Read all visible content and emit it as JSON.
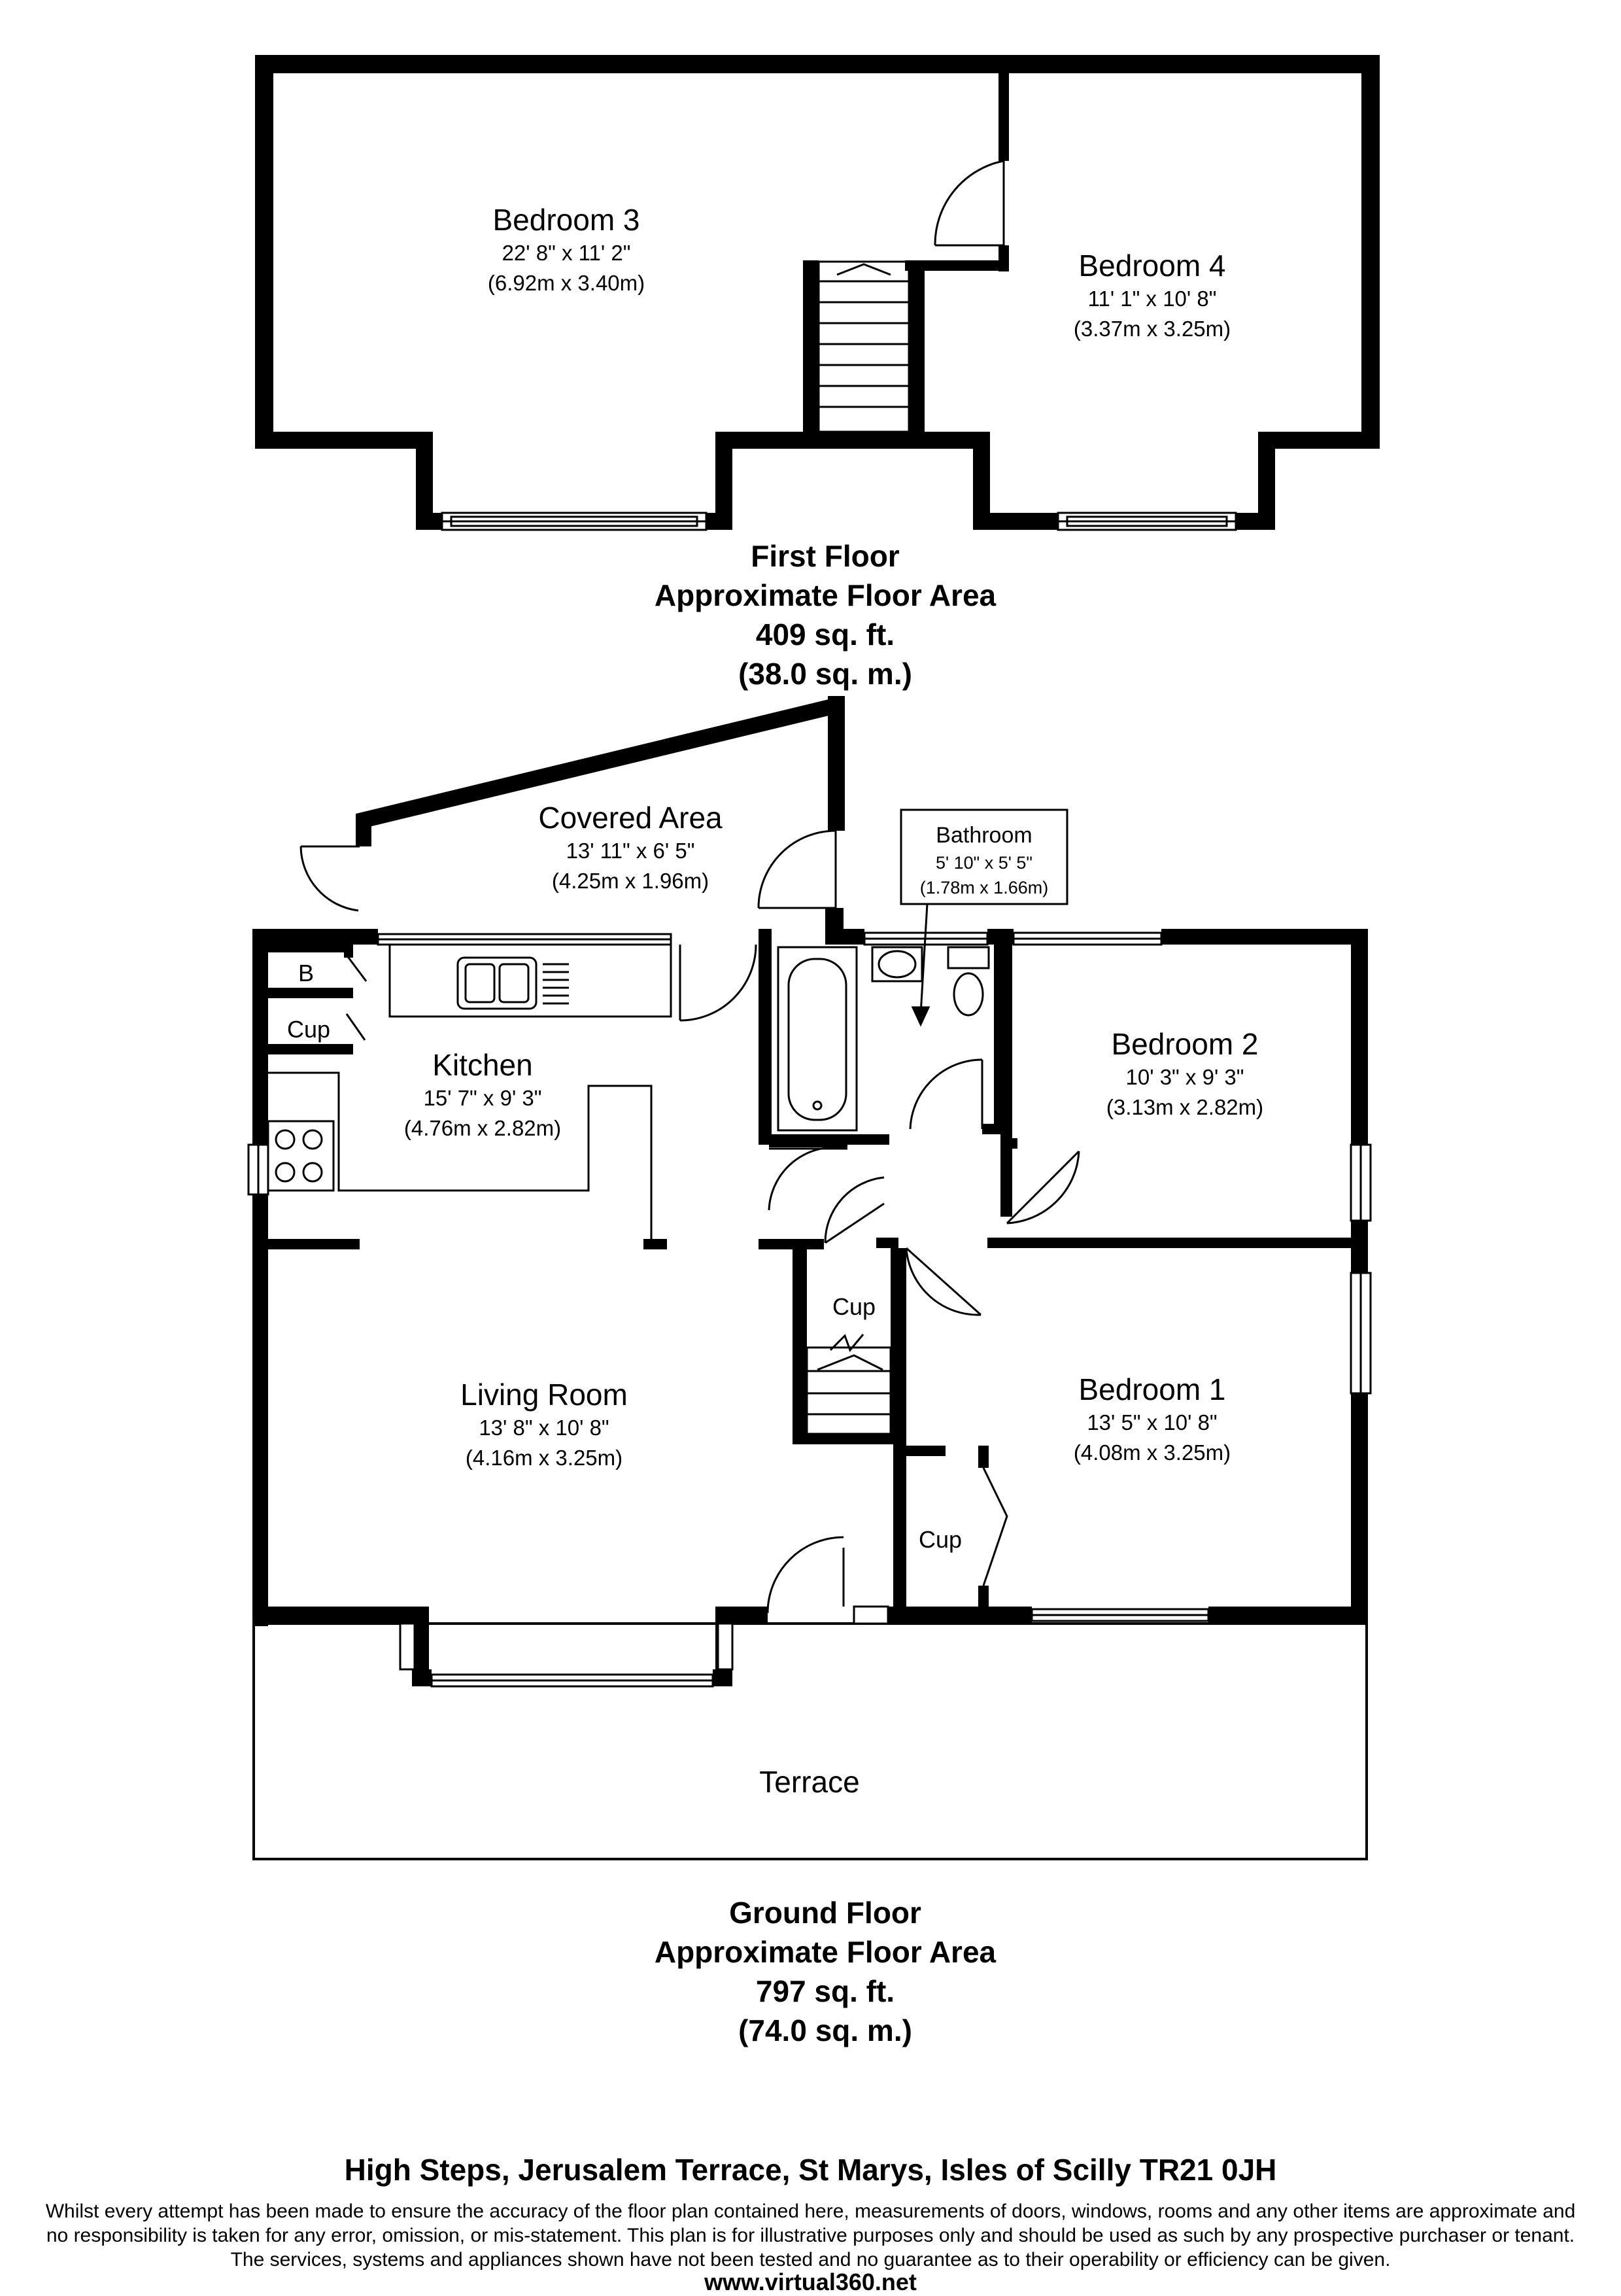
{
  "first_floor": {
    "rooms": [
      {
        "name": "Bedroom 3",
        "imperial": "22' 8\" x 11' 2\"",
        "metric": "(6.92m x 3.40m)"
      },
      {
        "name": "Bedroom 4",
        "imperial": "11' 1\" x 10' 8\"",
        "metric": "(3.37m x 3.25m)"
      }
    ],
    "title": "First Floor",
    "area_label": "Approximate Floor Area",
    "area_sqft": "409 sq. ft.",
    "area_sqm": "(38.0 sq. m.)"
  },
  "ground_floor": {
    "rooms": [
      {
        "name": "Covered Area",
        "imperial": "13' 11\" x 6' 5\"",
        "metric": "(4.25m x 1.96m)"
      },
      {
        "name": "Bathroom",
        "imperial": "5' 10\" x 5' 5\"",
        "metric": "(1.78m x 1.66m)"
      },
      {
        "name": "Kitchen",
        "imperial": "15' 7\" x 9' 3\"",
        "metric": "(4.76m x 2.82m)"
      },
      {
        "name": "Bedroom 2",
        "imperial": "10' 3\" x 9' 3\"",
        "metric": "(3.13m x 2.82m)"
      },
      {
        "name": "Living Room",
        "imperial": "13' 8\" x 10' 8\"",
        "metric": "(4.16m x 3.25m)"
      },
      {
        "name": "Bedroom 1",
        "imperial": "13' 5\" x 10' 8\"",
        "metric": "(4.08m x 3.25m)"
      },
      {
        "name": "Terrace"
      }
    ],
    "labels": {
      "boiler": "B",
      "cupboard": "Cup"
    },
    "title": "Ground Floor",
    "area_label": "Approximate Floor Area",
    "area_sqft": "797 sq. ft.",
    "area_sqm": "(74.0 sq. m.)"
  },
  "footer": {
    "address": "High Steps, Jerusalem Terrace, St Marys, Isles of Scilly TR21 0JH",
    "disclaimer": "Whilst every attempt has been made to ensure the accuracy of the floor plan contained here, measurements of doors, windows, rooms and any other items are approximate and no responsibility is taken for any error, omission, or mis-statement. This plan is for illustrative purposes only and should be used as such by any prospective purchaser or tenant. The services, systems and appliances shown have not been tested and no guarantee as to their operability or efficiency can be given.",
    "website": "www.virtual360.net"
  }
}
